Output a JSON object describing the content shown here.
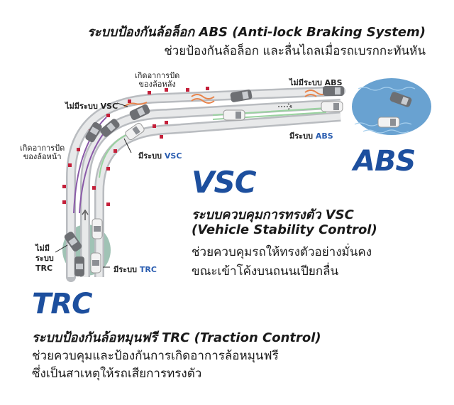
{
  "abs": {
    "title": "ระบบป้องกันล้อล็อก ABS (Anti-lock Braking System)",
    "desc": "ช่วยป้องกันล้อล็อก และลื่นไถลเมื่อรถเบรกกะทันหัน",
    "big": "ABS",
    "label_without_prefix": "ไม่มีระบบ",
    "label_without_sys": "ABS",
    "label_with_prefix": "มีระบบ",
    "label_with_sys": "ABS"
  },
  "vsc": {
    "big": "VSC",
    "title": "ระบบควบคุมการทรงตัว VSC",
    "subtitle": "(Vehicle Stability Control)",
    "desc1": "ช่วยควบคุมรถให้ทรงตัวอย่างมั่นคง",
    "desc2": "ขณะเข้าโค้งบนถนนเปียกลื่น",
    "label_without": "ไม่มีระบบ VSC",
    "label_with_prefix": "มีระบบ",
    "label_with_sys": "VSC",
    "note_rear_line1": "เกิดอาการปัด",
    "note_rear_line2": "ของล้อหลัง",
    "note_front_line1": "เกิดอาการปัด",
    "note_front_line2": "ของล้อหน้า"
  },
  "trc": {
    "big": "TRC",
    "title": "ระบบป้องกันล้อหมุนฟรี TRC (Traction Control)",
    "desc1": "ช่วยควบคุมและป้องกันการเกิดอาการล้อหมุนฟรี",
    "desc2": "ซึ่งเป็นสาเหตุให้รถเสียการทรงตัว",
    "label_without_line1": "ไม่มี",
    "label_without_line2": "ระบบ",
    "label_without_line3": "TRC",
    "label_with_prefix": "มีระบบ",
    "label_with_sys": "TRC"
  },
  "colors": {
    "brand_blue": "#1d4f9e",
    "road": "#b9bcc0",
    "cone": "#c4203a",
    "purple_trail": "#8a5aa8",
    "orange_trail": "#e8834a",
    "green_trail": "#9ad3a0",
    "wet_blue": "#4f92c9",
    "wet_green": "#8fb8a8"
  }
}
